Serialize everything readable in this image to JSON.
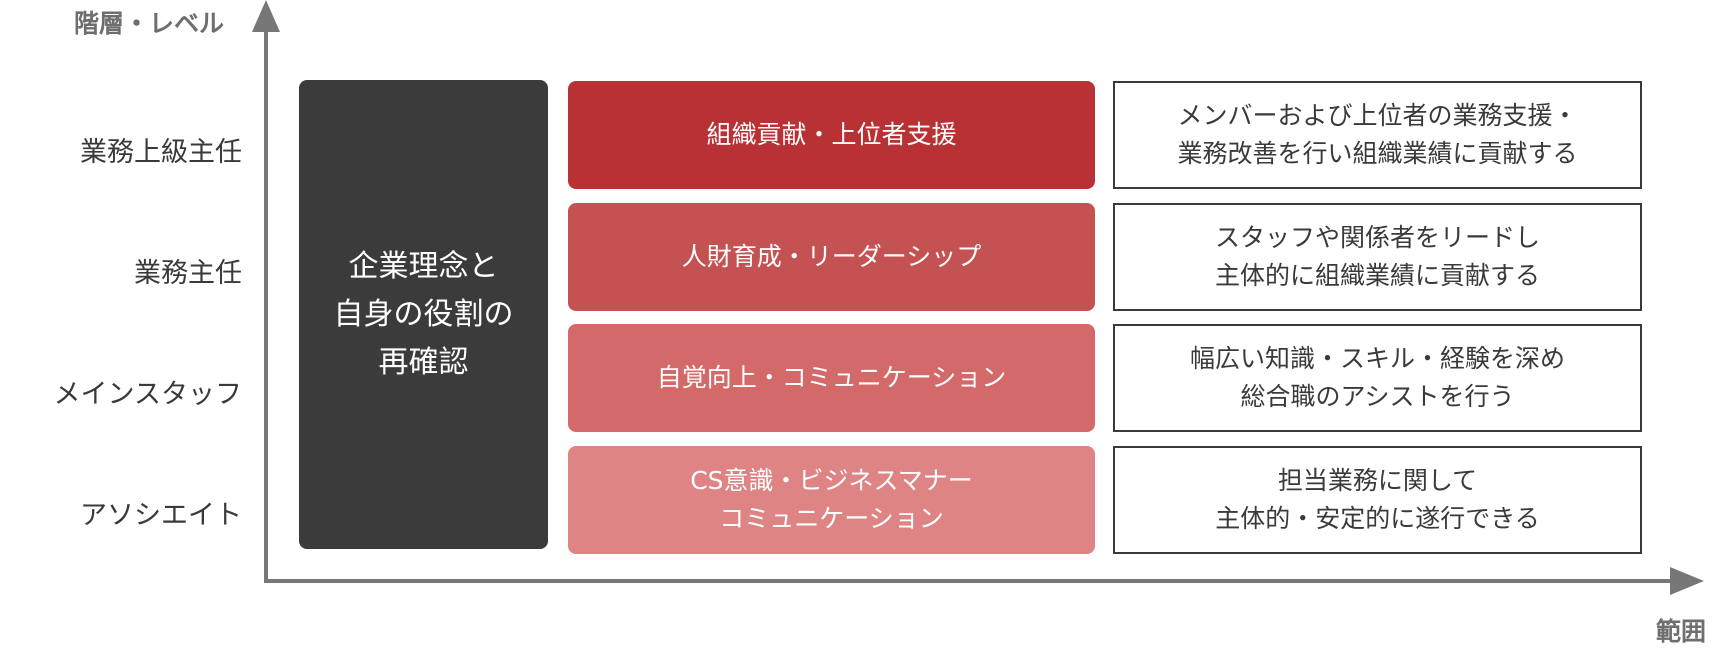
{
  "axes": {
    "y_title": "階層・レベル",
    "x_title": "範囲"
  },
  "levels": [
    {
      "label": "業務上級主任"
    },
    {
      "label": "業務主任"
    },
    {
      "label": "メインスタッフ"
    },
    {
      "label": "アソシエイト"
    }
  ],
  "core": {
    "text": "企業理念と\n自身の役割の\n再確認"
  },
  "themes": [
    {
      "text": "組織貢献・上位者支援",
      "color": "#b83235"
    },
    {
      "text": "人財育成・リーダーシップ",
      "color": "#c55253"
    },
    {
      "text": "自覚向上・コミュニケーション",
      "color": "#d36968"
    },
    {
      "text": "CS意識・ビジネスマナー\nコミュニケーション",
      "color": "#df8485"
    }
  ],
  "descriptions": [
    {
      "text": "メンバーおよび上位者の業務支援・\n業務改善を行い組織業績に貢献する"
    },
    {
      "text": "スタッフや関係者をリードし\n主体的に組織業績に貢献する"
    },
    {
      "text": "幅広い知識・スキル・経験を深め\n総合職のアシストを行う"
    },
    {
      "text": "担当業務に関して\n主体的・安定的に遂行できる"
    }
  ],
  "colors": {
    "axis": "#777777",
    "core_bg": "#3b3b3b",
    "desc_border": "#3a3a3a"
  }
}
